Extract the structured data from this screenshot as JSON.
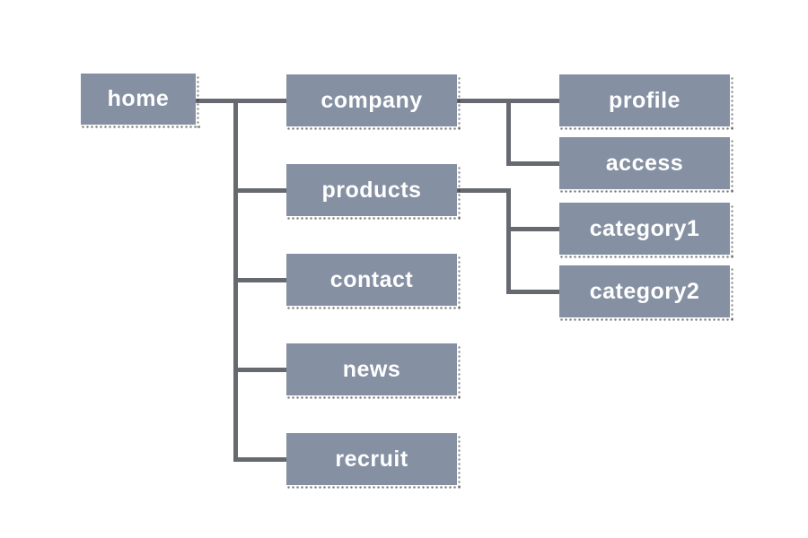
{
  "diagram": {
    "type": "sitemap-tree",
    "colors": {
      "box_fill": "#8590a3",
      "line": "#66696f",
      "text": "#ffffff",
      "background": "#ffffff"
    },
    "nodes": {
      "home": {
        "label": "home"
      },
      "company": {
        "label": "company",
        "parent": "home"
      },
      "products": {
        "label": "products",
        "parent": "home"
      },
      "contact": {
        "label": "contact",
        "parent": "home"
      },
      "news": {
        "label": "news",
        "parent": "home"
      },
      "recruit": {
        "label": "recruit",
        "parent": "home"
      },
      "profile": {
        "label": "profile",
        "parent": "company"
      },
      "access": {
        "label": "access",
        "parent": "company"
      },
      "category1": {
        "label": "category1",
        "parent": "products"
      },
      "category2": {
        "label": "category2",
        "parent": "products"
      }
    }
  }
}
